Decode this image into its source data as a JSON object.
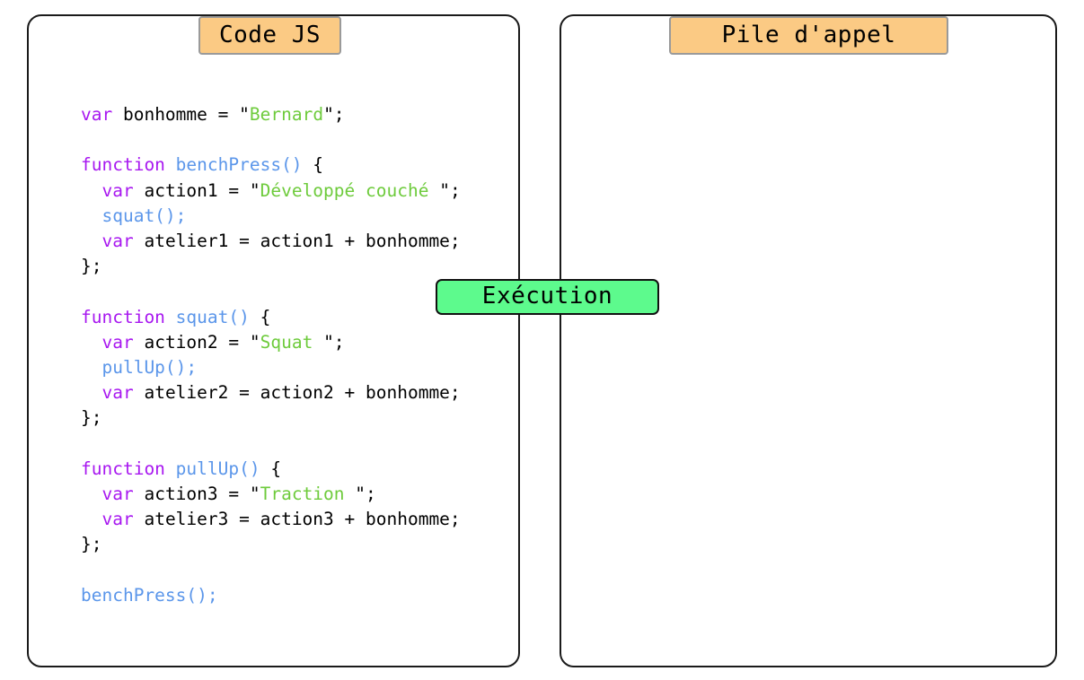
{
  "colors": {
    "badge_orange": "#fbca84",
    "badge_green": "#5dfa8d",
    "panel_border": "#1a1a1a",
    "keyword_purple": "#a818f0",
    "function_blue": "#5b96ea",
    "string_green": "#6ecb3c",
    "text_black": "#000000",
    "background": "#ffffff"
  },
  "code_panel": {
    "title": "Code JS",
    "code_text": "var bonhomme = \"Bernard\";\n\nfunction benchPress() {\n  var action1 = \"Développé couché \";\n  squat();\n  var atelier1 = action1 + bonhomme;\n};\n\nfunction squat() {\n  var action2 = \"Squat \";\n  pullUp();\n  var atelier2 = action2 + bonhomme;\n};\n\nfunction pullUp() {\n  var action3 = \"Traction \";\n  var atelier3 = action3 + bonhomme;\n};\n\nbenchPress();",
    "lines": [
      {
        "tokens": [
          {
            "t": "var",
            "c": "kw"
          },
          {
            "t": " bonhomme = ",
            "c": "pln"
          },
          {
            "t": "\"",
            "c": "pln"
          },
          {
            "t": "Bernard",
            "c": "str"
          },
          {
            "t": "\";",
            "c": "pln"
          }
        ]
      },
      {
        "tokens": []
      },
      {
        "tokens": [
          {
            "t": "function",
            "c": "kw"
          },
          {
            "t": " ",
            "c": "pln"
          },
          {
            "t": "benchPress()",
            "c": "fn"
          },
          {
            "t": " {",
            "c": "pln"
          }
        ]
      },
      {
        "tokens": [
          {
            "t": "  ",
            "c": "pln"
          },
          {
            "t": "var",
            "c": "kw"
          },
          {
            "t": " action1 = ",
            "c": "pln"
          },
          {
            "t": "\"",
            "c": "pln"
          },
          {
            "t": "Développé couché ",
            "c": "str"
          },
          {
            "t": "\";",
            "c": "pln"
          }
        ]
      },
      {
        "tokens": [
          {
            "t": "  ",
            "c": "pln"
          },
          {
            "t": "squat()",
            "c": "fn"
          },
          {
            "t": ";",
            "c": "fn"
          }
        ]
      },
      {
        "tokens": [
          {
            "t": "  ",
            "c": "pln"
          },
          {
            "t": "var",
            "c": "kw"
          },
          {
            "t": " atelier1 = action1 + bonhomme;",
            "c": "pln"
          }
        ]
      },
      {
        "tokens": [
          {
            "t": "};",
            "c": "pln"
          }
        ]
      },
      {
        "tokens": []
      },
      {
        "tokens": [
          {
            "t": "function",
            "c": "kw"
          },
          {
            "t": " ",
            "c": "pln"
          },
          {
            "t": "squat()",
            "c": "fn"
          },
          {
            "t": " {",
            "c": "pln"
          }
        ]
      },
      {
        "tokens": [
          {
            "t": "  ",
            "c": "pln"
          },
          {
            "t": "var",
            "c": "kw"
          },
          {
            "t": " action2 = ",
            "c": "pln"
          },
          {
            "t": "\"",
            "c": "pln"
          },
          {
            "t": "Squat ",
            "c": "str"
          },
          {
            "t": "\";",
            "c": "pln"
          }
        ]
      },
      {
        "tokens": [
          {
            "t": "  ",
            "c": "pln"
          },
          {
            "t": "pullUp()",
            "c": "fn"
          },
          {
            "t": ";",
            "c": "fn"
          }
        ]
      },
      {
        "tokens": [
          {
            "t": "  ",
            "c": "pln"
          },
          {
            "t": "var",
            "c": "kw"
          },
          {
            "t": " atelier2 = action2 + bonhomme;",
            "c": "pln"
          }
        ]
      },
      {
        "tokens": [
          {
            "t": "};",
            "c": "pln"
          }
        ]
      },
      {
        "tokens": []
      },
      {
        "tokens": [
          {
            "t": "function",
            "c": "kw"
          },
          {
            "t": " ",
            "c": "pln"
          },
          {
            "t": "pullUp()",
            "c": "fn"
          },
          {
            "t": " {",
            "c": "pln"
          }
        ]
      },
      {
        "tokens": [
          {
            "t": "  ",
            "c": "pln"
          },
          {
            "t": "var",
            "c": "kw"
          },
          {
            "t": " action3 = ",
            "c": "pln"
          },
          {
            "t": "\"",
            "c": "pln"
          },
          {
            "t": "Traction ",
            "c": "str"
          },
          {
            "t": "\";",
            "c": "pln"
          }
        ]
      },
      {
        "tokens": [
          {
            "t": "  ",
            "c": "pln"
          },
          {
            "t": "var",
            "c": "kw"
          },
          {
            "t": " atelier3 = action3 + bonhomme;",
            "c": "pln"
          }
        ]
      },
      {
        "tokens": [
          {
            "t": "};",
            "c": "pln"
          }
        ]
      },
      {
        "tokens": []
      },
      {
        "tokens": [
          {
            "t": "benchPress()",
            "c": "fn"
          },
          {
            "t": ";",
            "c": "fn"
          }
        ]
      }
    ]
  },
  "stack_panel": {
    "title": "Pile d'appel",
    "frames": []
  },
  "execution_badge": {
    "label": "Exécution"
  }
}
